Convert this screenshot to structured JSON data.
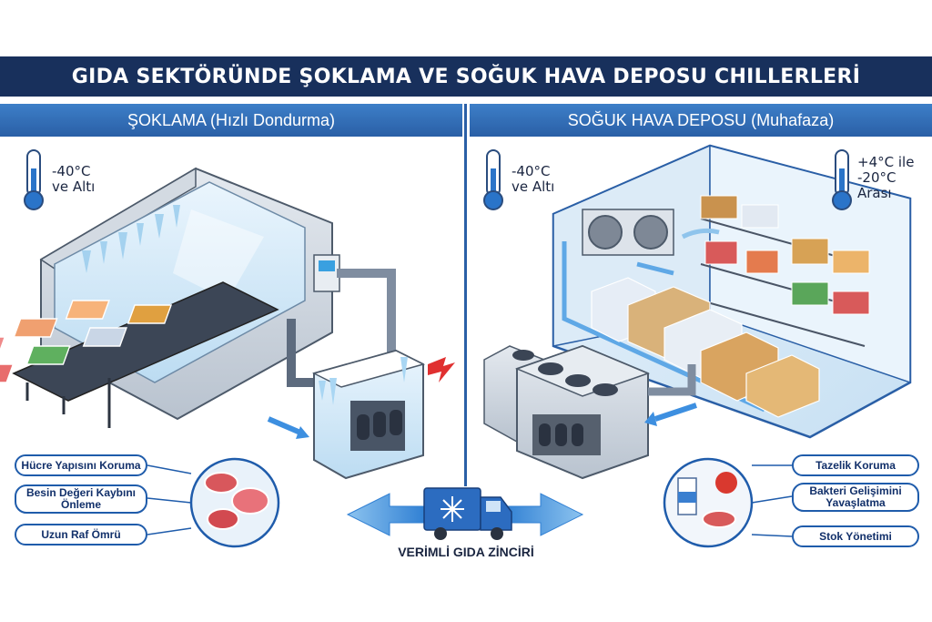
{
  "header": {
    "title": "GIDA SEKTÖRÜNDE ŞOKLAMA VE SOĞUK HAVA DEPOSU CHILLERLERİ"
  },
  "left": {
    "heading": "ŞOKLAMA (Hızlı Dondurma)",
    "temp_line1": "-40°C",
    "temp_line2": "ve Altı",
    "benefits": [
      "Hücre Yapısını Koruma",
      "Besin Değeri Kaybını Önleme",
      "Uzun Raf Ömrü"
    ]
  },
  "right": {
    "heading": "SOĞUK HAVA DEPOSU (Muhafaza)",
    "unit_temp_line1": "-40°C",
    "unit_temp_line2": "ve Altı",
    "room_temp_line1": "+4°C ile",
    "room_temp_line2": "-20°C",
    "room_temp_line3": "Arası",
    "benefits": [
      "Tazelik Koruma",
      "Bakteri Gelişimini Yavaşlatma",
      "Stok Yönetimi"
    ]
  },
  "center": {
    "label": "VERİMLİ GIDA ZİNCİRİ"
  },
  "colors": {
    "navy": "#18305c",
    "accent_blue": "#2a5fa6",
    "ice": "#cfe6f7",
    "hot_arrow": "#e03030"
  }
}
